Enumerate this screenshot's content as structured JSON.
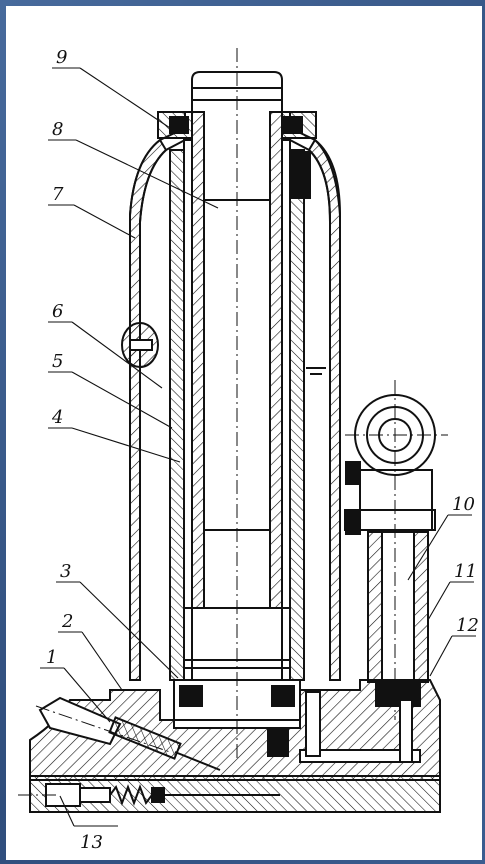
{
  "diagram": {
    "labels": [
      {
        "id": "9",
        "text": "9"
      },
      {
        "id": "8",
        "text": "8"
      },
      {
        "id": "7",
        "text": "7"
      },
      {
        "id": "6",
        "text": "6"
      },
      {
        "id": "5",
        "text": "5"
      },
      {
        "id": "4",
        "text": "4"
      },
      {
        "id": "3",
        "text": "3"
      },
      {
        "id": "2",
        "text": "2"
      },
      {
        "id": "1",
        "text": "1"
      },
      {
        "id": "10",
        "text": "10"
      },
      {
        "id": "11",
        "text": "11"
      },
      {
        "id": "12",
        "text": "12"
      },
      {
        "id": "13",
        "text": "13"
      }
    ]
  },
  "colors": {
    "ink": "#111111",
    "paper": "#ffffff",
    "frame": "#3c5a8a"
  }
}
